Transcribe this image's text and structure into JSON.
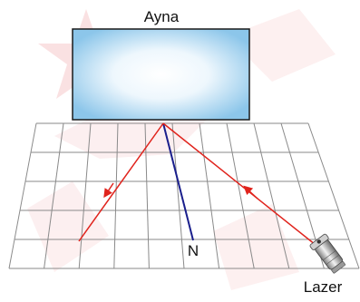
{
  "labels": {
    "mirror": "Ayna",
    "normal": "N",
    "source": "Lazer"
  },
  "colors": {
    "ray": "#e0231c",
    "normal_line": "#1a1f8c",
    "grid": "#8a8a8a",
    "mirror_edge": "#1a1a1a",
    "mirror_glow": "#ffffff",
    "mirror_tint": "#8cc6ea",
    "watermark": "#f4b8bb"
  },
  "icons": {
    "source": "laser-pointer-icon",
    "background": "star-watermark-icon"
  }
}
